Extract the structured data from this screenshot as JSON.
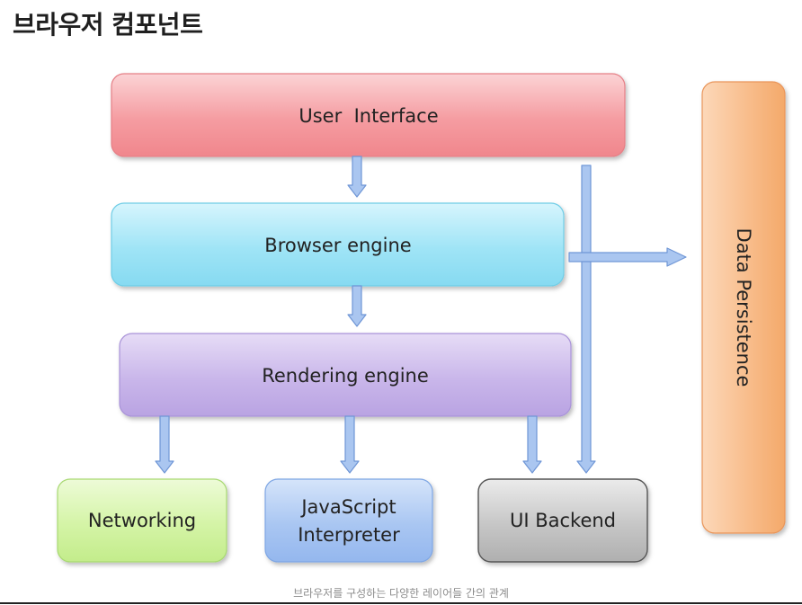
{
  "title": "브라우저 컴포넌트",
  "components": {
    "user_interface": "User  Interface",
    "browser_engine": "Browser engine",
    "rendering_engine": "Rendering engine",
    "networking": "Networking",
    "javascript_interpreter_line1": "JavaScript",
    "javascript_interpreter_line2": "Interpreter",
    "ui_backend": "UI Backend",
    "data_persistence": "Data Persistence"
  },
  "colors": {
    "user_interface": "#f6a0a4",
    "browser_engine": "#9fe4f6",
    "rendering_engine": "#c9b6ea",
    "networking": "#d4f4a6",
    "javascript_interpreter": "#a9c6f2",
    "ui_backend": "#c6c6c6",
    "data_persistence": "#f8bd8c",
    "arrow": "#a8c4ee"
  },
  "caption": "브라우저를 구성하는 다양한 레이어들 간의 관계"
}
